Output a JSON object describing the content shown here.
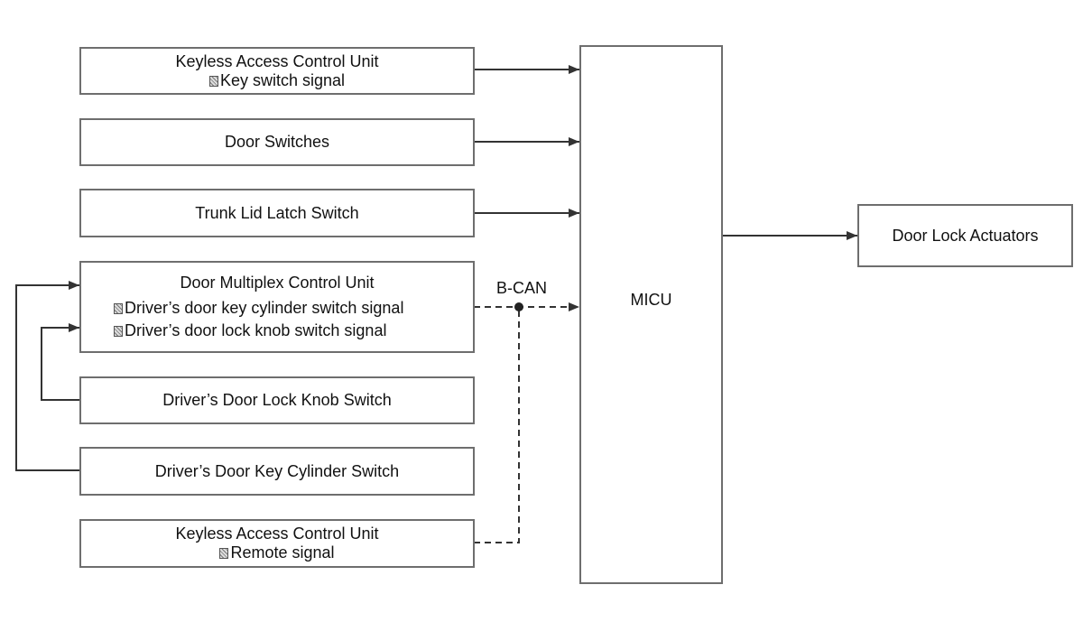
{
  "boxes": {
    "keyless_top": {
      "title": "Keyless Access Control Unit",
      "line1": "Key switch signal"
    },
    "door_switches": {
      "title": "Door Switches"
    },
    "trunk": {
      "title": "Trunk Lid Latch Switch"
    },
    "door_multiplex": {
      "title": "Door Multiplex Control Unit",
      "line1": "Driver’s door key cylinder switch signal",
      "line2": "Driver’s door lock knob switch signal"
    },
    "knob_switch": {
      "title": "Driver’s Door Lock Knob Switch"
    },
    "cylinder_switch": {
      "title": "Driver’s Door Key Cylinder Switch"
    },
    "keyless_bottom": {
      "title": "Keyless Access Control Unit",
      "line1": "Remote signal"
    },
    "micu": {
      "title": "MICU"
    },
    "actuators": {
      "title": "Door Lock Actuators"
    }
  },
  "bus_label": "B-CAN",
  "colors": {
    "line": "#3a3a3a",
    "border": "#6e6e6e"
  }
}
